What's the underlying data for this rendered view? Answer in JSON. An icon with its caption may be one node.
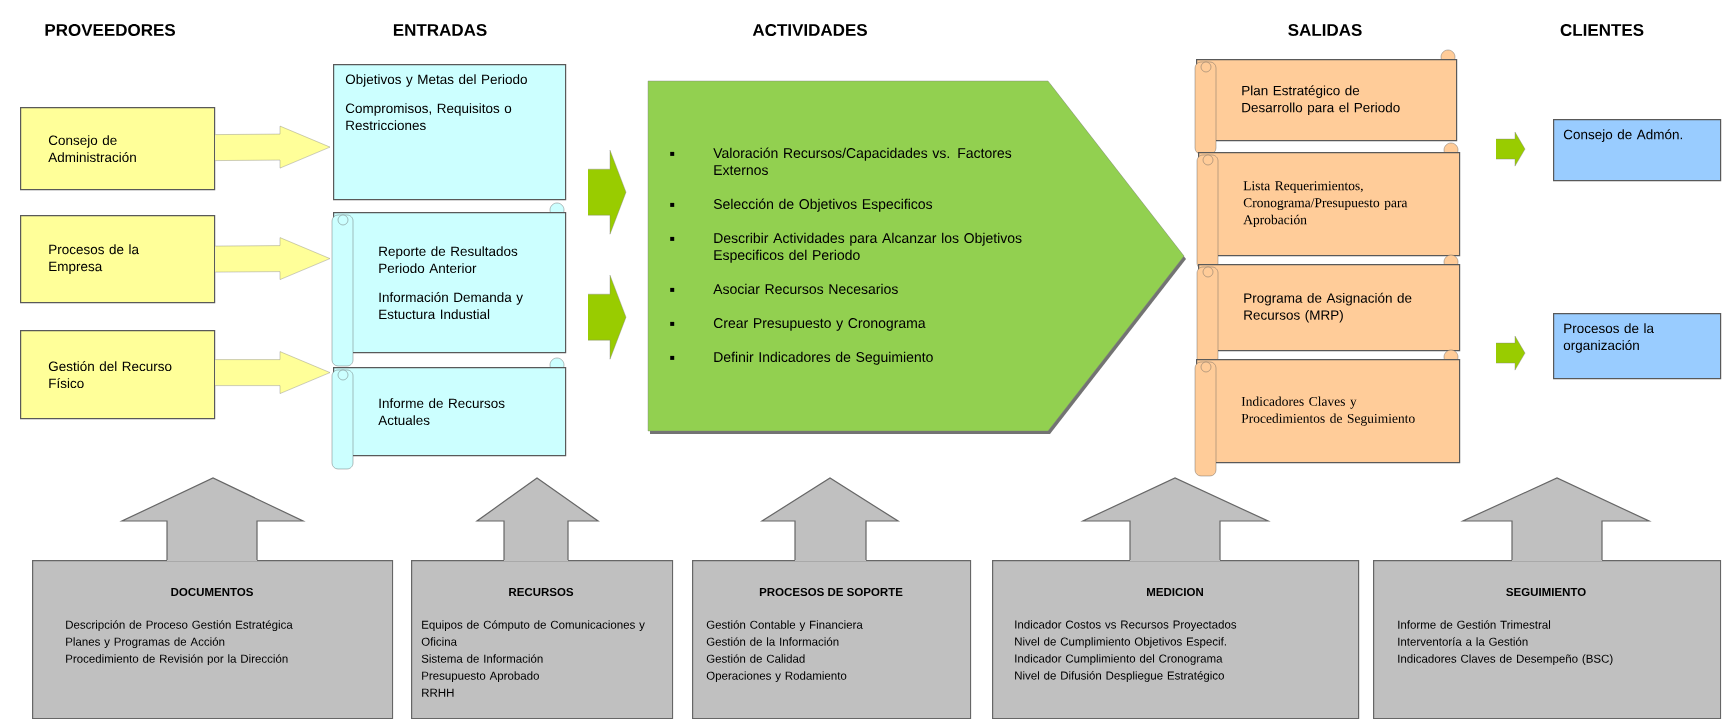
{
  "diagram": {
    "nodes": [
      {
        "text": [
          "Consejo de Administración"
        ]
      },
      {
        "text": [
          "Procesos de la Empresa"
        ]
      },
      {
        "text": [
          "Gestión del Recurso Físico"
        ]
      },
      {
        "text": [
          "Objetivos y Metas del Periodo",
          "Compromisos, Requisitos o Restricciones"
        ]
      },
      {
        "text": [
          "Reporte de Resultados Periodo Anterior",
          "Información Demanda y Estuctura Industial"
        ]
      },
      {
        "text": [
          "Informe de Recursos Actuales"
        ]
      },
      {
        "text": [
          "Valoración Recursos/Capacidades vs. Factores Externos",
          "Selección de Objetivos Especificos",
          "Describir Actividades para Alcanzar los Objetivos Especificos del Periodo",
          "Asociar Recursos Necesarios",
          "Crear Presupuesto y Cronograma",
          "Definir Indicadores de Seguimiento"
        ]
      },
      {
        "text": [
          "Plan Estratégico de Desarrollo para el Periodo"
        ]
      },
      {
        "text": [
          "Lista Requerimientos, Cronograma/Presupuesto para Aprobación"
        ]
      },
      {
        "text": [
          "Programa de Asignación de Recursos (MRP)"
        ]
      },
      {
        "text": [
          "Indicadores Claves y Procedimientos de Seguimiento"
        ]
      },
      {
        "text": [
          "Consejo de Admón."
        ]
      },
      {
        "text": [
          "Procesos de la organización"
        ]
      },
      {
        "text": [
          "DOCUMENTOS",
          "Descripción de Proceso Gestión Estratégica",
          "Planes y Programas de Acción",
          "Procedimiento de Revisión por la Dirección"
        ]
      },
      {
        "text": [
          "RECURSOS",
          "Equipos de Cómputo de Comunicaciones y Oficina",
          "Sistema de Información",
          "Presupuesto Aprobado",
          "RRHH"
        ]
      },
      {
        "text": [
          "PROCESOS DE SOPORTE",
          "Gestión Contable y Financiera",
          "Gestión de la Información",
          "Gestión de Calidad",
          "Operaciones y Rodamiento"
        ]
      },
      {
        "text": [
          "MEDICION",
          "Indicador Costos vs Recursos Proyectados",
          "Nivel de Cumplimiento Objetivos Especif.",
          "Indicador Cumplimiento del Cronograma",
          "Nivel de Difusión Despliegue Estratégico"
        ]
      },
      {
        "text": [
          "SEGUIMIENTO",
          "Informe de Gestión Trimestral",
          "Interventoría a la Gestión",
          "Indicadores Claves de Desempeño (BSC)"
        ]
      }
    ],
    "edges": [
      {
        "from": 0,
        "to": 3,
        "arrow": "to",
        "color": "#ffff99"
      },
      {
        "from": 1,
        "to": 4,
        "arrow": "to",
        "color": "#ffff99"
      },
      {
        "from": 2,
        "to": 5,
        "arrow": "to",
        "color": "#ffff99"
      },
      {
        "from": null,
        "to": 6,
        "arrow": "to"
      },
      {
        "from": null,
        "to": 6,
        "arrow": "to"
      },
      {
        "from": null,
        "to": 11,
        "arrow": "to"
      },
      {
        "from": null,
        "to": 12,
        "arrow": "to"
      }
    ],
    "labels": [
      "PROVEEDORES",
      "ENTRADAS",
      "ACTIVIDADES",
      "SALIDAS",
      "CLIENTES"
    ]
  }
}
